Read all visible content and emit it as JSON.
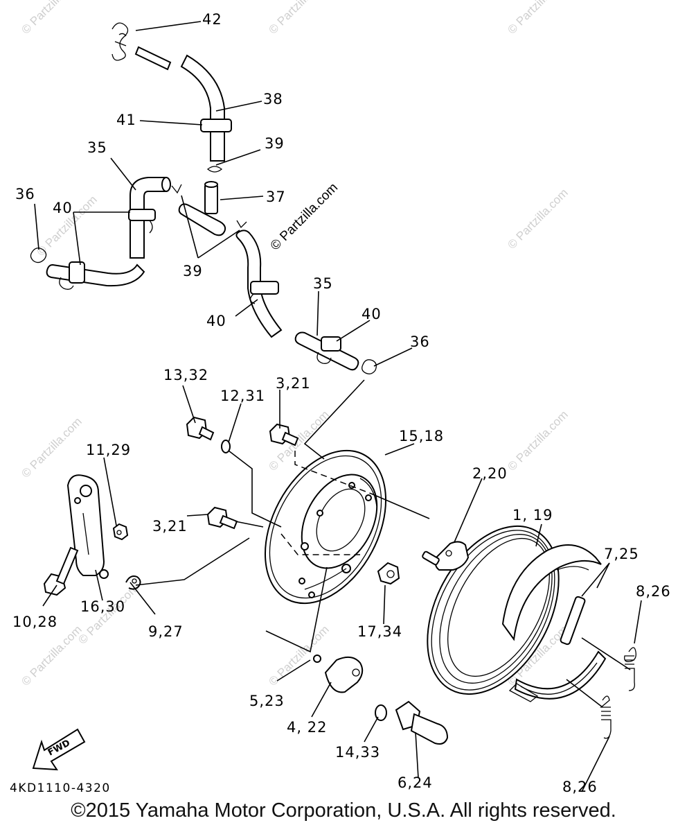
{
  "callouts": {
    "c42": "42",
    "c38": "38",
    "c41": "41",
    "c39a": "39",
    "c35a": "35",
    "c36a": "36",
    "c40a": "40",
    "c37": "37",
    "c39b": "39",
    "c35b": "35",
    "c40b": "40",
    "c40c": "40",
    "c36b": "36",
    "c13_32": "13,32",
    "c12_31": "12,31",
    "c3_21a": "3,21",
    "c15_18": "15,18",
    "c11_29": "11,29",
    "c2_20": "2,20",
    "c3_21b": "3,21",
    "c1_19": "1, 19",
    "c7_25": "7,25",
    "c8_26a": "8,26",
    "c10_28": "10,28",
    "c16_30": "16,30",
    "c9_27": "9,27",
    "c17_34": "17,34",
    "c5_23": "5,23",
    "c4_22": "4, 22",
    "c14_33": "14,33",
    "c6_24": "6,24",
    "c8_26b": "8,26"
  },
  "diagram_code": "4KD1110-4320",
  "fwd_label": "FWD",
  "watermark": "© Partzilla.com",
  "copyright": "©2015 Yamaha Motor Corporation, U.S.A. All rights reserved."
}
